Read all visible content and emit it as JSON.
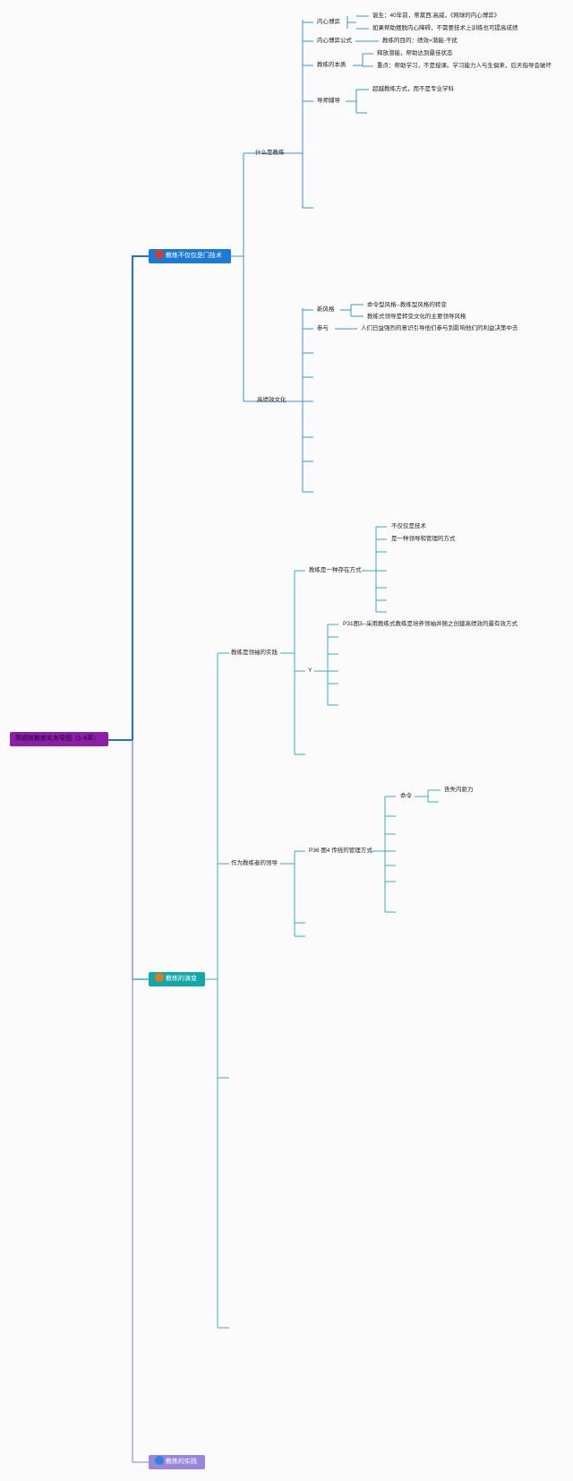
{
  "colors": {
    "root_bg": "#8e1ea8",
    "branch1_bg": "#1a7bd6",
    "branch1_icon": "#d93a2b",
    "branch2_bg": "#13a8a8",
    "branch2_icon": "#e07a1f",
    "branch3_bg": "#9a85dc",
    "branch3_icon": "#2b84e0",
    "line_main": "#1f73c8",
    "line_branch1": "#3b94d6",
    "line_branch2": "#3aaec0",
    "line_branch3": "#9d92d6"
  },
  "root": {
    "label": "高绩效教练实务导图（1-4章）"
  },
  "branches": [
    {
      "label": "教练不仅仅是门技术",
      "icon": "red-circle-icon",
      "topics": [
        {
          "label": "什么是教练",
          "items": [
            {
              "label": "内心博弈",
              "children": [
                "诞生：40年前，蒂莫西.高威，《网球的内心博弈》",
                "如果帮助摆脱内心障碍，不需要技术上训练也可提高成绩"
              ]
            },
            {
              "label": "内心博弈公式",
              "children": [
                "教练的目的：绩效=潜能-干扰"
              ]
            },
            {
              "label": "教练的本质",
              "children": [
                "释放潜能，帮助达到最佳状态",
                "重点：帮助学习，不是授课。学习能力人与生俱来，后天指导会破坏"
              ]
            },
            {
              "label": "导师辅导",
              "children": [
                "超越教练方式，而不是专业学科",
                ""
              ]
            }
          ]
        },
        {
          "label": "高绩效文化",
          "items": [
            {
              "label": "新风格",
              "children": [
                "命令型风格--教练型风格的转变",
                "教练式领导是转变文化的主要领导风格"
              ]
            },
            {
              "label": "参与",
              "children": [
                "人们日益强烈的意识引导他们参与到影响他们的利益决策中去"
              ]
            }
          ]
        }
      ]
    },
    {
      "label": "教练的演变",
      "icon": "orange-circle-icon",
      "topics": [
        {
          "label": "教练是领袖的实践",
          "items": [
            {
              "label": "教练是一种存在方式",
              "children": [
                "不仅仅是技术",
                "是一种领导和管理的方式"
              ]
            },
            {
              "label": "Y",
              "children": [
                "P31图3--采用教练式教练是培养领袖并随之创建高绩效的最有效方式"
              ]
            }
          ]
        },
        {
          "label": "作为教练者的领导",
          "items": [
            {
              "label": "P36 图4 传统的管理方式",
              "children": [
                "命令"
              ],
              "grandchild": "丧失内驱力"
            }
          ]
        }
      ]
    },
    {
      "label": "教练的实践",
      "icon": "blue-circle-icon",
      "topics": []
    }
  ]
}
